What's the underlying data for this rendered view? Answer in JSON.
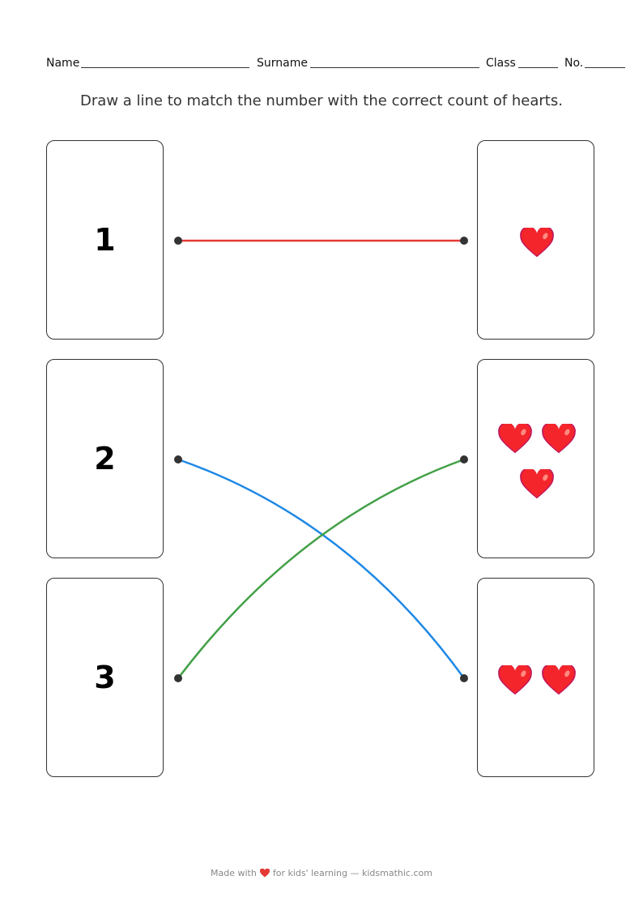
{
  "header": {
    "name_label": "Name",
    "surname_label": "Surname",
    "class_label": "Class",
    "no_label": "No."
  },
  "instruction": "Draw a line to match the number with the correct count of hearts.",
  "numbers": [
    "1",
    "2",
    "3"
  ],
  "heart_cards": [
    {
      "count": 1
    },
    {
      "count": 3
    },
    {
      "count": 2
    }
  ],
  "matches": [
    {
      "from": "1",
      "to_card": 1,
      "color": "#e53935"
    },
    {
      "from": "2",
      "to_card": 3,
      "color": "#1e88e5"
    },
    {
      "from": "3",
      "to_card": 2,
      "color": "#43a047"
    }
  ],
  "footer": {
    "before": "Made with",
    "icon": "heart-icon",
    "after": "for kids' learning — kidsmathic.com"
  },
  "colors": {
    "heart": "#f4262b",
    "dot": "#333333"
  }
}
